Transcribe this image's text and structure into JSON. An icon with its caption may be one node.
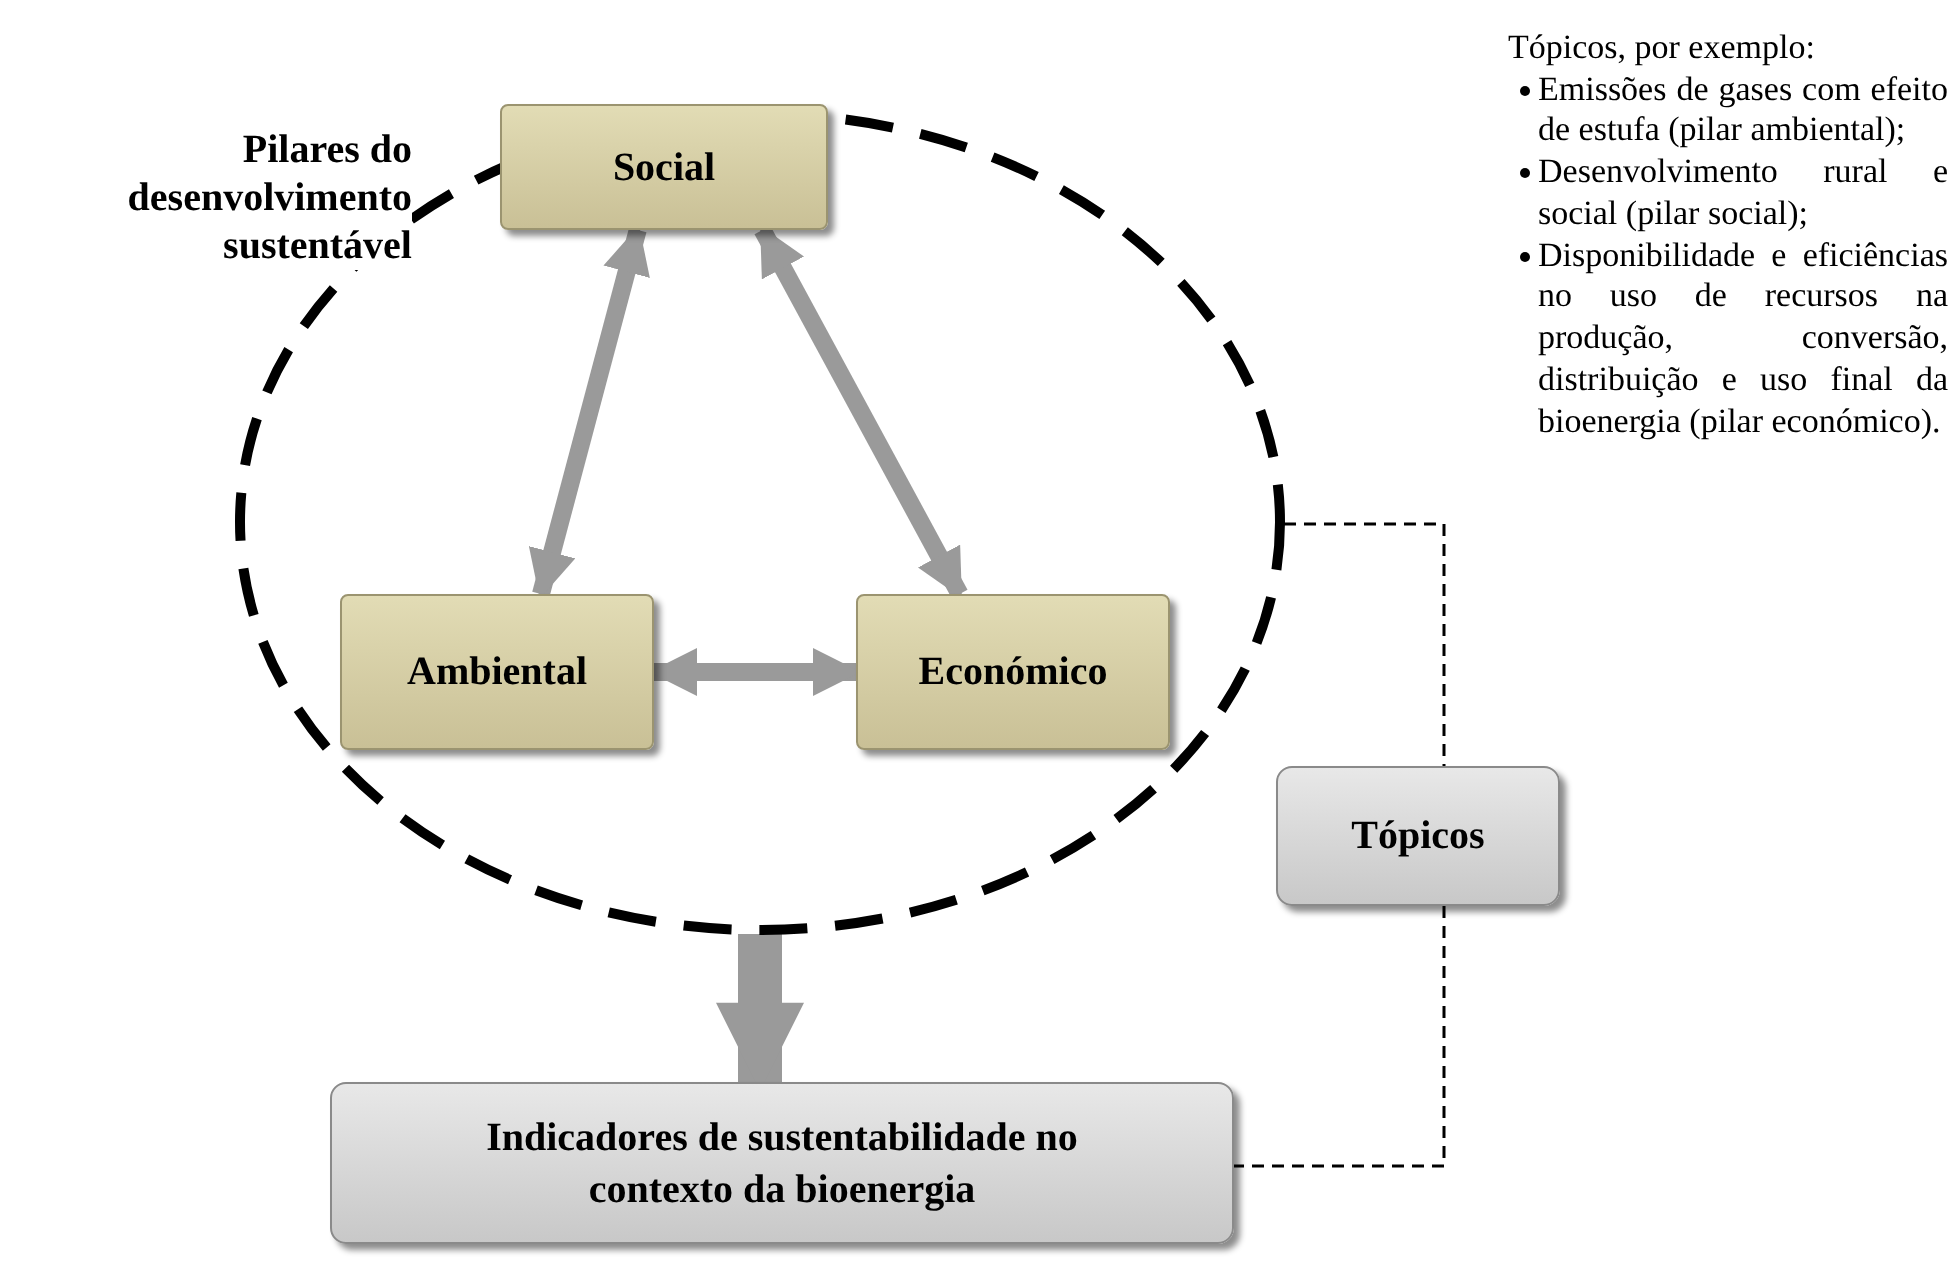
{
  "diagram": {
    "nodes": [
      {
        "text": [
          "Pilares do desenvolvimento sustentável"
        ]
      },
      {
        "text": [
          "Social"
        ],
        "in": 0
      },
      {
        "text": [
          "Ambiental"
        ],
        "in": 0
      },
      {
        "text": [
          "Económico"
        ],
        "in": 0
      },
      {
        "text": [
          "Tópicos"
        ]
      },
      {
        "text": [
          "Indicadores de sustentabilidade no contexto da bioenergia"
        ]
      }
    ],
    "edges": [
      {
        "from": 1,
        "to": 2,
        "arrow": "both"
      },
      {
        "from": 1,
        "to": 3,
        "arrow": "both"
      },
      {
        "from": 2,
        "to": 3,
        "arrow": "both"
      },
      {
        "from": 0,
        "to": 5,
        "arrow": "to",
        "style": "thick"
      },
      {
        "from": 0,
        "to": 4,
        "arrow": "none",
        "style": "dashed",
        "color": "#000000"
      },
      {
        "from": 4,
        "to": 5,
        "arrow": "none",
        "style": "dashed",
        "color": "#000000"
      }
    ],
    "labels": [
      "Tópicos, por exemplo:",
      "Emissões de gases com efeito de estufa (pilar ambiental);",
      "Desenvolvimento rural e social (pilar social);",
      "Disponibilidade e eficiências no uso de recursos na produção, conversão, distribuição e uso final da bioenergia (pilar económico)."
    ]
  }
}
